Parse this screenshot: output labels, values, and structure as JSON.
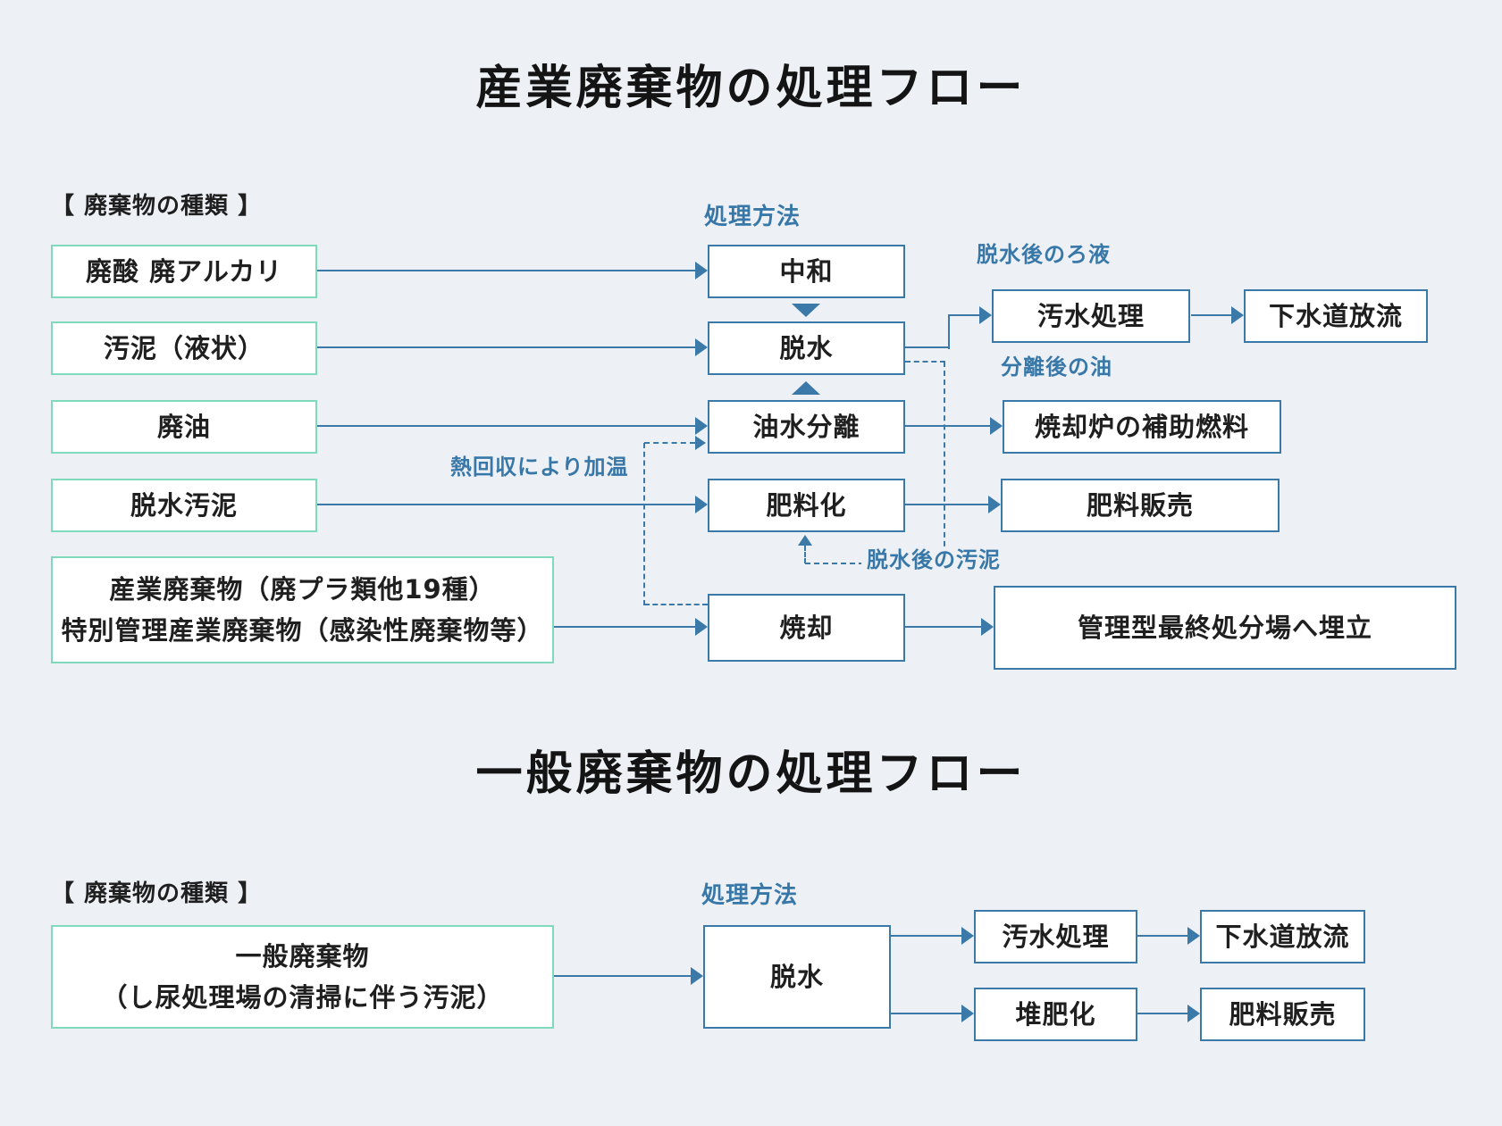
{
  "colors": {
    "background": "#edf0f5",
    "box_fill": "#ffffff",
    "line_blue": "#3a79a8",
    "label_blue": "#3878a8",
    "teal_border": "#7fd9bb",
    "text_black": "#1f1f1f"
  },
  "section1": {
    "title": "産業廃棄物の処理フロー",
    "types_heading": "【 廃棄物の種類 】",
    "method_heading": "処理方法",
    "waste_boxes": {
      "haisan": "廃酸 廃アルカリ",
      "odei": "汚泥（液状）",
      "haiyu": "廃油",
      "dassui_odei": "脱水汚泥",
      "sangyo": "産業廃棄物（廃プラ類他19種）\n特別管理産業廃棄物（感染性廃棄物等）"
    },
    "method_boxes": {
      "chuwa": "中和",
      "dassui": "脱水",
      "yusui": "油水分離",
      "hiryoka": "肥料化",
      "shokyaku": "焼却"
    },
    "result_boxes": {
      "osui": "汚水処理",
      "gesui": "下水道放流",
      "nenryo": "焼却炉の補助燃料",
      "hiryo_hanbai": "肥料販売",
      "maitate": "管理型最終処分場へ埋立"
    },
    "flow_labels": {
      "roeki": "脱水後のろ液",
      "abura": "分離後の油",
      "odei_after": "脱水後の汚泥",
      "netsu": "熱回収により加温"
    }
  },
  "section2": {
    "title": "一般廃棄物の処理フロー",
    "types_heading": "【 廃棄物の種類 】",
    "method_heading": "処理方法",
    "waste_boxes": {
      "ippan": "一般廃棄物\n（し尿処理場の清掃に伴う汚泥）"
    },
    "method_boxes": {
      "dassui": "脱水"
    },
    "result_boxes": {
      "osui": "汚水処理",
      "gesui": "下水道放流",
      "taihika": "堆肥化",
      "hiryo_hanbai": "肥料販売"
    }
  }
}
